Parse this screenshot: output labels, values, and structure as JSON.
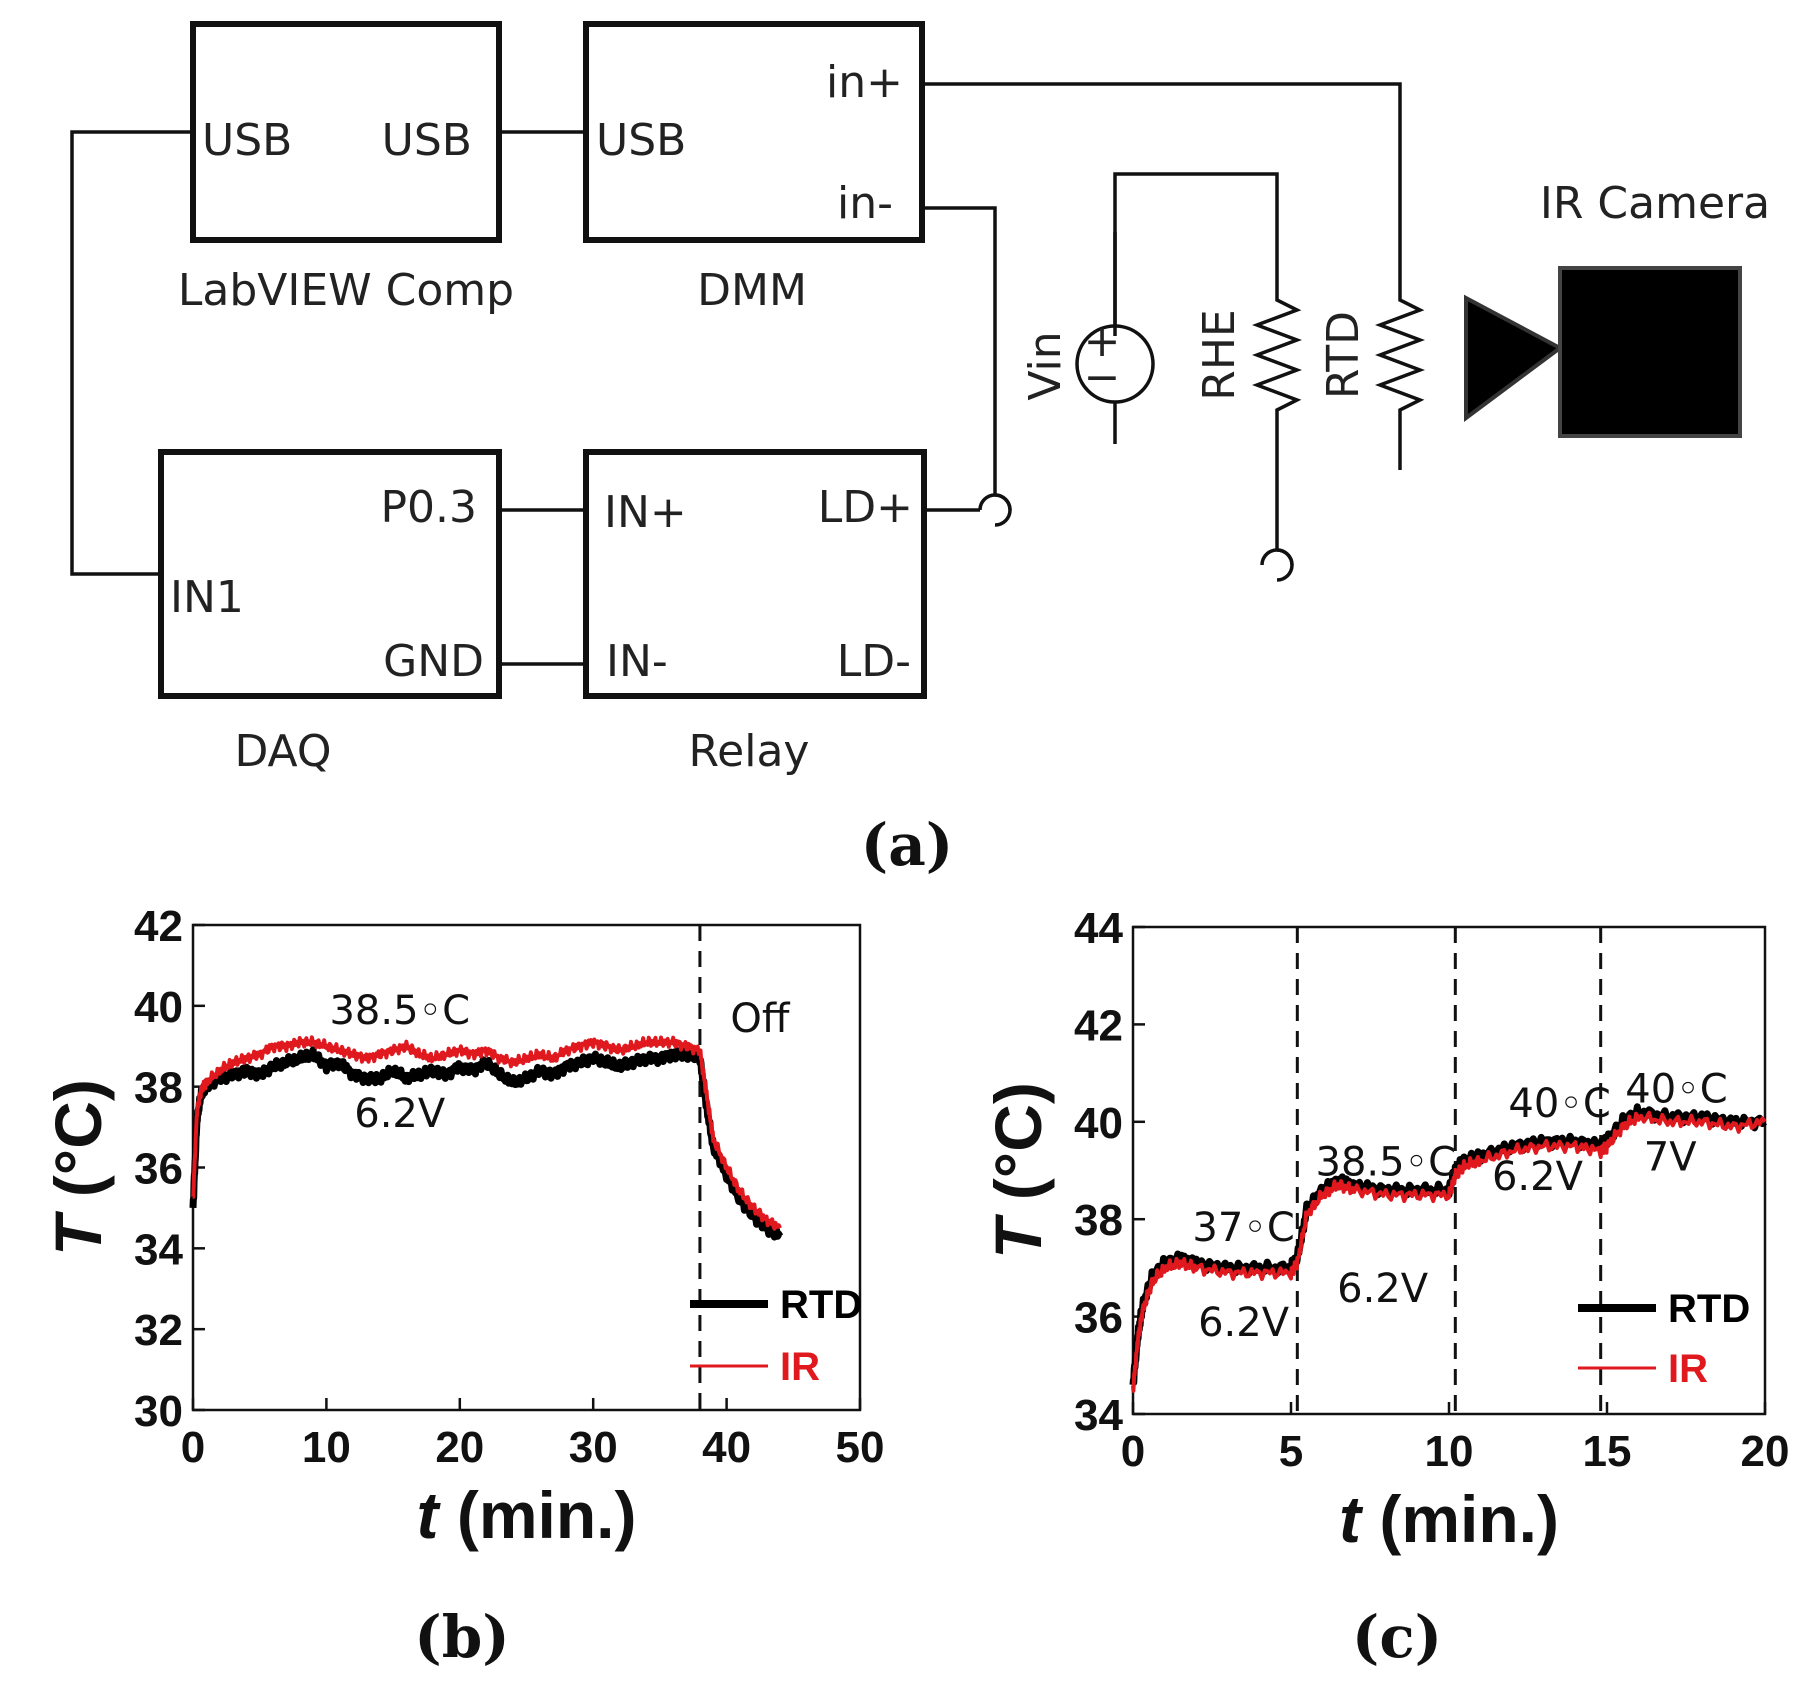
{
  "diagram": {
    "blocks": [
      {
        "id": "labview",
        "caption": "LabVIEW Comp",
        "ports": [
          "USB",
          "USB"
        ]
      },
      {
        "id": "dmm",
        "caption": "DMM",
        "ports": [
          "USB",
          "in+",
          "in-"
        ]
      },
      {
        "id": "daq",
        "caption": "DAQ",
        "ports": [
          "P0.3",
          "IN1",
          "GND"
        ]
      },
      {
        "id": "relay",
        "caption": "Relay",
        "ports": [
          "IN+",
          "LD+",
          "IN-",
          "LD-"
        ]
      }
    ],
    "source_label": "Vin",
    "source_plus": "+",
    "source_minus": "−",
    "resistor_labels": [
      "RHE",
      "RTD"
    ],
    "camera_label": "IR Camera"
  },
  "panel_labels": {
    "a": "(a)",
    "b": "(b)",
    "c": "(c)"
  },
  "chart_data": [
    {
      "type": "line",
      "panel": "b",
      "xlabel_italic": "t",
      "xlabel_rest": " (min.)",
      "ylabel_italic": "T",
      "ylabel_rest": " (°C)",
      "xlim": [
        0,
        50
      ],
      "ylim": [
        30,
        42
      ],
      "xticks": [
        0,
        10,
        20,
        30,
        40,
        50
      ],
      "yticks": [
        30,
        32,
        34,
        36,
        38,
        40,
        42
      ],
      "vlines": [
        38
      ],
      "annotations": [
        "38.5◦C",
        "6.2V",
        "Off"
      ],
      "legend_position": "bottom-right",
      "series": [
        {
          "name": "RTD",
          "color": "#000000",
          "x": [
            0,
            0.3,
            0.6,
            1,
            2,
            3,
            4,
            5,
            6,
            7,
            8,
            9,
            10,
            11,
            12,
            13,
            14,
            15,
            16,
            17,
            18,
            19,
            20,
            21,
            22,
            23,
            24,
            25,
            26,
            27,
            28,
            29,
            30,
            31,
            32,
            33,
            34,
            35,
            36,
            37,
            38,
            38.5,
            39,
            40,
            41,
            42,
            43,
            44
          ],
          "y": [
            35,
            37.2,
            37.8,
            38,
            38.2,
            38.3,
            38.4,
            38.3,
            38.5,
            38.6,
            38.7,
            38.8,
            38.5,
            38.6,
            38.3,
            38.2,
            38.2,
            38.4,
            38.2,
            38.3,
            38.4,
            38.3,
            38.5,
            38.4,
            38.6,
            38.3,
            38.1,
            38.2,
            38.4,
            38.3,
            38.5,
            38.6,
            38.7,
            38.6,
            38.5,
            38.6,
            38.7,
            38.7,
            38.8,
            38.8,
            38.7,
            37.5,
            36.5,
            35.8,
            35.2,
            34.8,
            34.5,
            34.3
          ]
        },
        {
          "name": "IR",
          "color": "#e0191f",
          "x": [
            0,
            0.3,
            0.6,
            1,
            2,
            3,
            4,
            5,
            6,
            7,
            8,
            9,
            10,
            11,
            12,
            13,
            14,
            15,
            16,
            17,
            18,
            19,
            20,
            21,
            22,
            23,
            24,
            25,
            26,
            27,
            28,
            29,
            30,
            31,
            32,
            33,
            34,
            35,
            36,
            37,
            38,
            38.5,
            39,
            40,
            41,
            42,
            43,
            44
          ],
          "y": [
            35.2,
            37.4,
            37.9,
            38.1,
            38.4,
            38.6,
            38.7,
            38.8,
            39,
            39,
            39.1,
            39.1,
            39,
            38.9,
            38.8,
            38.7,
            38.8,
            38.9,
            39,
            38.8,
            38.7,
            38.8,
            38.9,
            38.8,
            38.9,
            38.7,
            38.6,
            38.7,
            38.8,
            38.7,
            38.9,
            39,
            39.1,
            39,
            38.9,
            39,
            39.1,
            39.1,
            39.1,
            39,
            38.9,
            37.8,
            36.7,
            36,
            35.4,
            35,
            34.7,
            34.5
          ]
        }
      ]
    },
    {
      "type": "line",
      "panel": "c",
      "xlabel_italic": "t",
      "xlabel_rest": " (min.)",
      "ylabel_italic": "T",
      "ylabel_rest": " (°C)",
      "xlim": [
        0,
        20
      ],
      "ylim": [
        34,
        44
      ],
      "xticks": [
        0,
        5,
        10,
        15,
        20
      ],
      "yticks": [
        34,
        36,
        38,
        40,
        42,
        44
      ],
      "vlines": [
        5.2,
        10.2,
        14.8
      ],
      "annotations": [
        "37◦C",
        "6.2V",
        "38.5◦C",
        "6.2V",
        "40◦C",
        "6.2V",
        "40◦C",
        "7V"
      ],
      "legend_position": "bottom-right",
      "series": [
        {
          "name": "RTD",
          "color": "#000000",
          "x": [
            0,
            0.15,
            0.3,
            0.6,
            1,
            1.5,
            2,
            3,
            4,
            5,
            5.2,
            5.5,
            6,
            6.5,
            7,
            8,
            9,
            10,
            10.2,
            10.5,
            11,
            12,
            13,
            14,
            14.8,
            15,
            15.5,
            16,
            17,
            18,
            19,
            20
          ],
          "y": [
            34.6,
            35.6,
            36.2,
            36.8,
            37.1,
            37.2,
            37.1,
            37,
            37,
            37,
            37.2,
            38.2,
            38.6,
            38.8,
            38.7,
            38.6,
            38.6,
            38.6,
            39,
            39.2,
            39.3,
            39.5,
            39.6,
            39.6,
            39.5,
            39.6,
            40,
            40.2,
            40.1,
            40.1,
            40,
            40
          ]
        },
        {
          "name": "IR",
          "color": "#e0191f",
          "x": [
            0,
            0.15,
            0.3,
            0.6,
            1,
            1.5,
            2,
            3,
            4,
            5,
            5.2,
            5.5,
            6,
            6.5,
            7,
            8,
            9,
            10,
            10.2,
            10.5,
            11,
            12,
            13,
            14,
            14.8,
            15,
            15.5,
            16,
            17,
            18,
            19,
            20
          ],
          "y": [
            34.5,
            35.5,
            36.1,
            36.7,
            37,
            37.1,
            37,
            36.9,
            36.9,
            36.9,
            37.1,
            38.1,
            38.5,
            38.7,
            38.6,
            38.5,
            38.5,
            38.5,
            38.9,
            39.1,
            39.2,
            39.4,
            39.5,
            39.5,
            39.4,
            39.5,
            39.9,
            40.1,
            40,
            40,
            39.9,
            40
          ]
        }
      ]
    }
  ]
}
